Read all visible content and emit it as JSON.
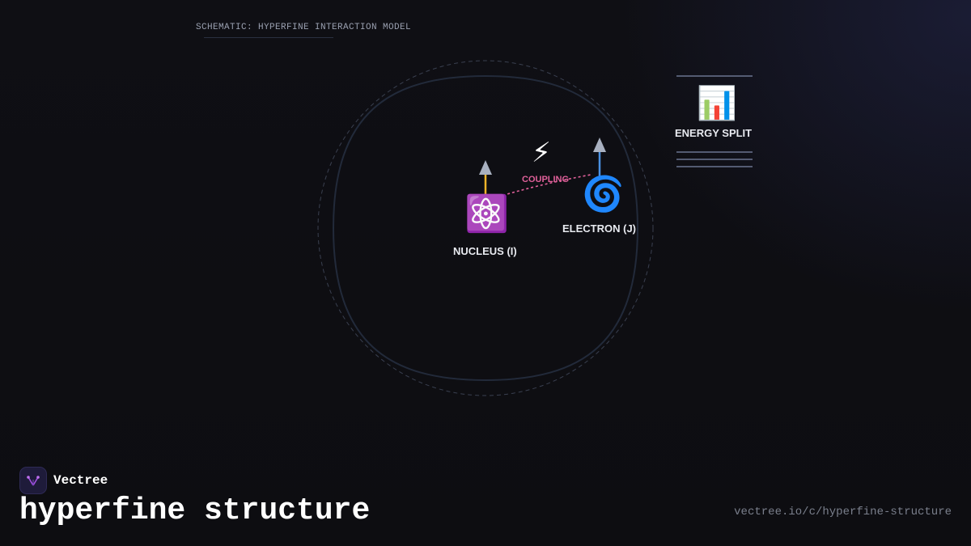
{
  "header": {
    "schematic_label": "SCHEMATIC: HYPERFINE INTERACTION MODEL"
  },
  "diagram": {
    "nucleus": {
      "icon": "atom-icon",
      "glyph": "⚛️",
      "label": "NUCLEUS (I)",
      "arrow_color": "#f0b429"
    },
    "electron": {
      "icon": "spiral-icon",
      "glyph": "🌀",
      "label": "ELECTRON (J)",
      "arrow_color": "#4a90e2"
    },
    "coupling": {
      "icon": "lightning-icon",
      "glyph": "⚡",
      "label": "COUPLING",
      "color": "#e0609a"
    },
    "energy": {
      "icon": "bar-chart-icon",
      "glyph": "📊",
      "label": "ENERGY SPLIT"
    }
  },
  "footer": {
    "brand_name": "Vectree",
    "title": "hyperfine structure",
    "url": "vectree.io/c/hyperfine-structure"
  },
  "colors": {
    "background": "#0e0e12",
    "accent_purple": "#a050e0",
    "line": "#3a4560"
  }
}
